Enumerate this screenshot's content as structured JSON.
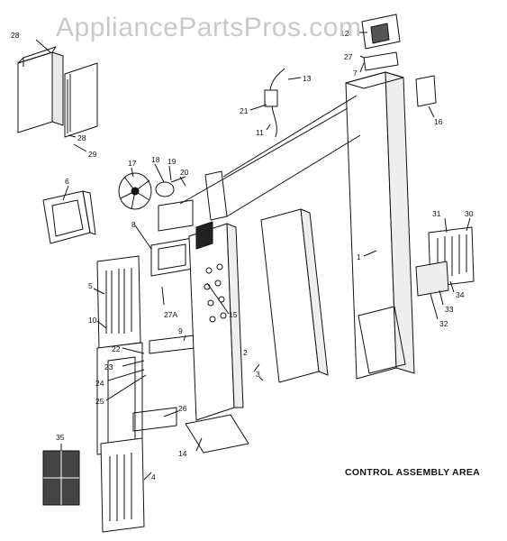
{
  "watermark": "AppliancePartsPros.com",
  "caption": "CONTROL ASSEMBLY AREA",
  "callouts": [
    "28",
    "28",
    "29",
    "6",
    "17",
    "18",
    "19",
    "20",
    "8",
    "5",
    "10",
    "22",
    "23",
    "24",
    "25",
    "27A",
    "9",
    "15",
    "26",
    "14",
    "35",
    "4",
    "3",
    "2",
    "1",
    "13",
    "21",
    "11",
    "12",
    "27",
    "7",
    "16",
    "31",
    "30",
    "34",
    "33",
    "32"
  ],
  "colors": {
    "ink": "#111111",
    "watermark": "#c9c9c9",
    "background": "#ffffff"
  }
}
